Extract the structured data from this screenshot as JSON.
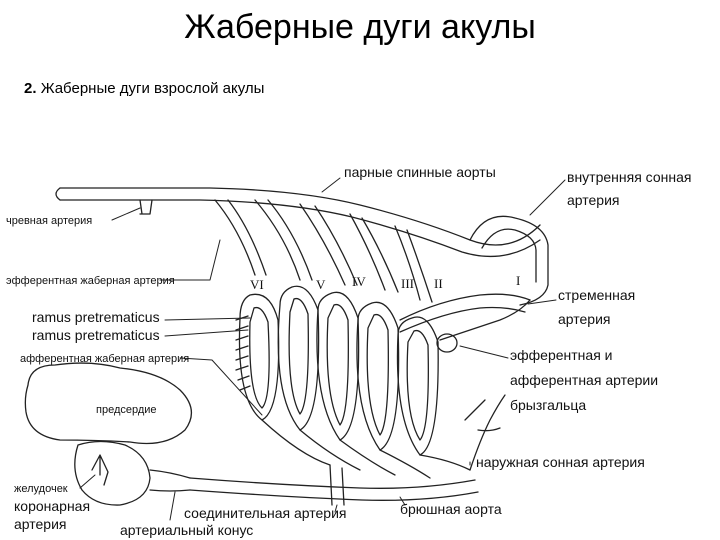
{
  "title": "Жаберные дуги акулы",
  "subtitle": {
    "number": "2.",
    "text": "Жаберные дуги взрослой акулы"
  },
  "labels": {
    "dorsal_aortae": "парные спинные аорты",
    "internal_carotid_1": "внутренняя сонная",
    "internal_carotid_2": "артерия",
    "celiac": "чревная артерия",
    "efferent_branchial": "эфферентная жаберная артерия",
    "ramus_1": "ramus pretrematicus",
    "ramus_2": "ramus pretrematicus",
    "afferent_branchial": "афферентная жаберная артерия",
    "stapedial_1": "стременная",
    "stapedial_2": "артерия",
    "spiracle_1": "эфферентная и",
    "spiracle_2": "афферентная артерии",
    "spiracle_3": "брызгальца",
    "atrium": "предсердие",
    "external_carotid": "наружная сонная артерия",
    "stomach": "желудочек",
    "coronary_1": "коронарная",
    "coronary_2": "артерия",
    "connecting": "соединительная артерия",
    "ventral_aorta": "брюшная аорта",
    "conus": "артериальный конус"
  },
  "roman_numerals": [
    "VI",
    "V",
    "IV",
    "III",
    "II",
    "I"
  ]
}
